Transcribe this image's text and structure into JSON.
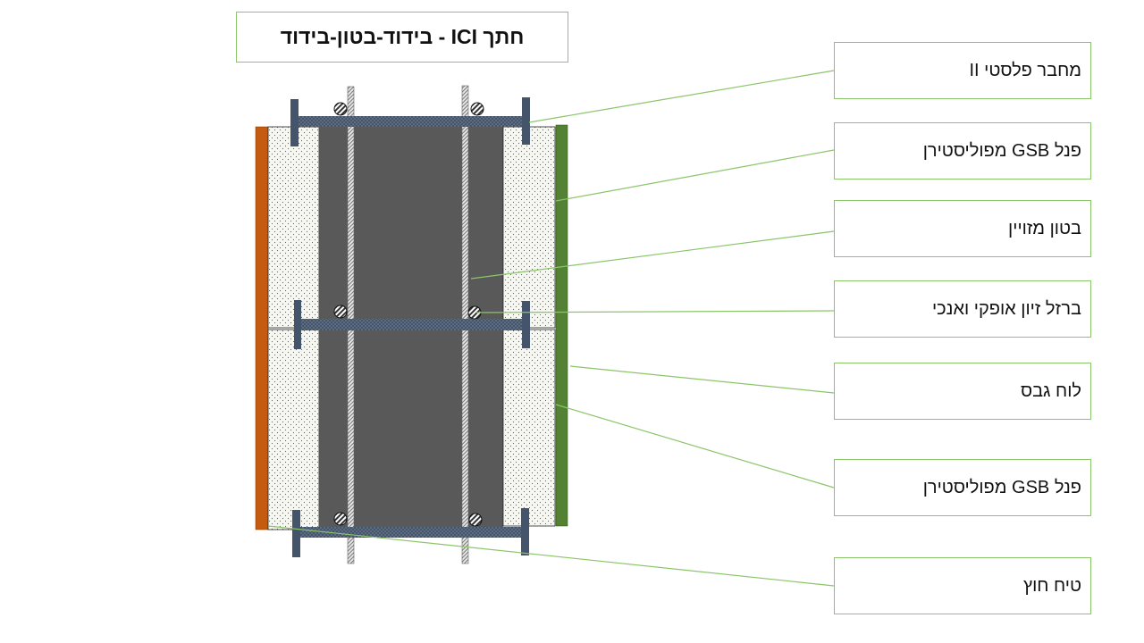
{
  "title": "חתך  ICI - בידוד-בטון-בידוד",
  "labels": [
    "מחבר פלסטי II",
    "פנל  GSB מפוליסטירן",
    "בטון מזויין",
    "ברזל זיון אופקי ואנכי",
    "לוח גבס",
    "פנל  GSB מפוליסטירן",
    "טיח חוץ"
  ],
  "colors": {
    "leader_line": "#8bc56a",
    "plaster": "#c55a11",
    "gypsum": "#548235",
    "concrete": "#595959",
    "connector": "#44546a",
    "insulation": "#f7f7f2"
  }
}
